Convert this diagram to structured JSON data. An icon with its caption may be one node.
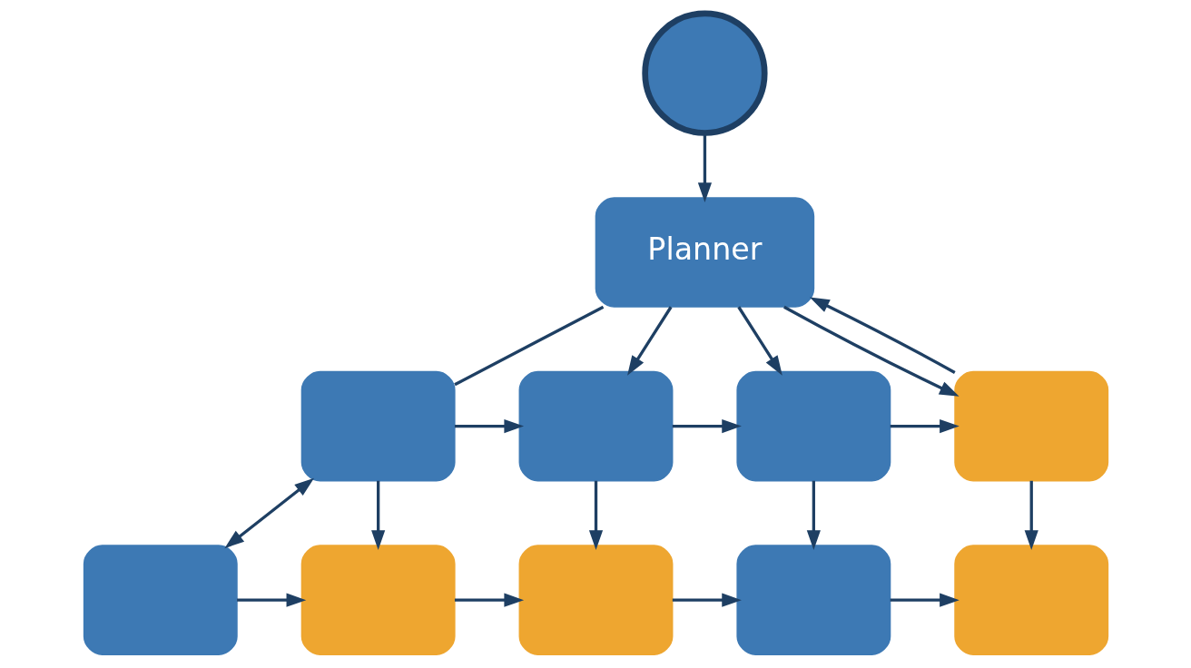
{
  "diagram": {
    "nodes": [
      {
        "text": [],
        "shape": "circle"
      },
      {
        "text": [
          "Planner"
        ]
      },
      {
        "text": [],
        "shape": "box"
      },
      {
        "text": [],
        "shape": "box"
      },
      {
        "text": [],
        "shape": "box"
      },
      {
        "text": [],
        "shape": "box"
      },
      {
        "text": [],
        "shape": "box"
      },
      {
        "text": [],
        "shape": "box"
      },
      {
        "text": [],
        "shape": "box"
      },
      {
        "text": [],
        "shape": "box"
      },
      {
        "text": [],
        "shape": "box"
      }
    ],
    "edges": [
      {
        "from": 0,
        "to": 1,
        "arrow": "to"
      },
      {
        "from": 1,
        "to": 2,
        "arrow": "none"
      },
      {
        "from": 1,
        "to": 3,
        "arrow": "to"
      },
      {
        "from": 1,
        "to": 4,
        "arrow": "to"
      },
      {
        "from": 1,
        "to": 5,
        "arrow": "to"
      },
      {
        "from": 5,
        "to": 1,
        "arrow": "to"
      },
      {
        "from": 2,
        "to": 3,
        "arrow": "to"
      },
      {
        "from": 3,
        "to": 4,
        "arrow": "to"
      },
      {
        "from": 4,
        "to": 5,
        "arrow": "to"
      },
      {
        "from": 2,
        "to": 6,
        "arrow": "both"
      },
      {
        "from": 2,
        "to": 7,
        "arrow": "to"
      },
      {
        "from": 3,
        "to": 8,
        "arrow": "to"
      },
      {
        "from": 4,
        "to": 9,
        "arrow": "to"
      },
      {
        "from": 5,
        "to": 10,
        "arrow": "to"
      },
      {
        "from": 6,
        "to": 7,
        "arrow": "to"
      },
      {
        "from": 7,
        "to": 8,
        "arrow": "to"
      },
      {
        "from": 8,
        "to": 9,
        "arrow": "to"
      },
      {
        "from": 9,
        "to": 10,
        "arrow": "to"
      }
    ]
  }
}
